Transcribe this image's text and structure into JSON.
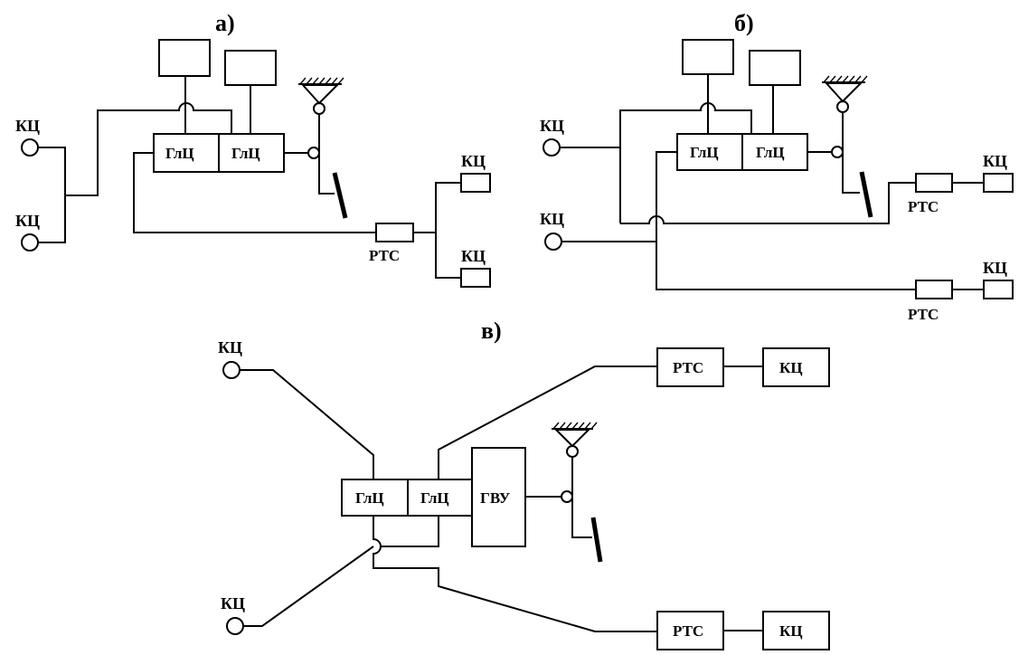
{
  "panels": {
    "a": {
      "title": "а)",
      "kc_top": "КЦ",
      "kc_bottom": "КЦ",
      "kc_right_top": "КЦ",
      "kc_right_bottom": "КЦ",
      "glc_left": "ГлЦ",
      "glc_right": "ГлЦ",
      "rts": "РТС"
    },
    "b": {
      "title": "б)",
      "kc_top": "КЦ",
      "kc_bottom": "КЦ",
      "kc_right_top": "КЦ",
      "kc_right_bottom": "КЦ",
      "glc_left": "ГлЦ",
      "glc_right": "ГлЦ",
      "rts_top": "РТС",
      "rts_bottom": "РТС"
    },
    "c": {
      "title": "в)",
      "kc_top": "КЦ",
      "kc_bottom": "КЦ",
      "glc_left": "ГлЦ",
      "glc_right": "ГлЦ",
      "gvu": "ГВУ",
      "rts_top": "РТС",
      "rts_bottom": "РТС",
      "kc_right_top": "КЦ",
      "kc_right_bottom": "КЦ"
    }
  }
}
